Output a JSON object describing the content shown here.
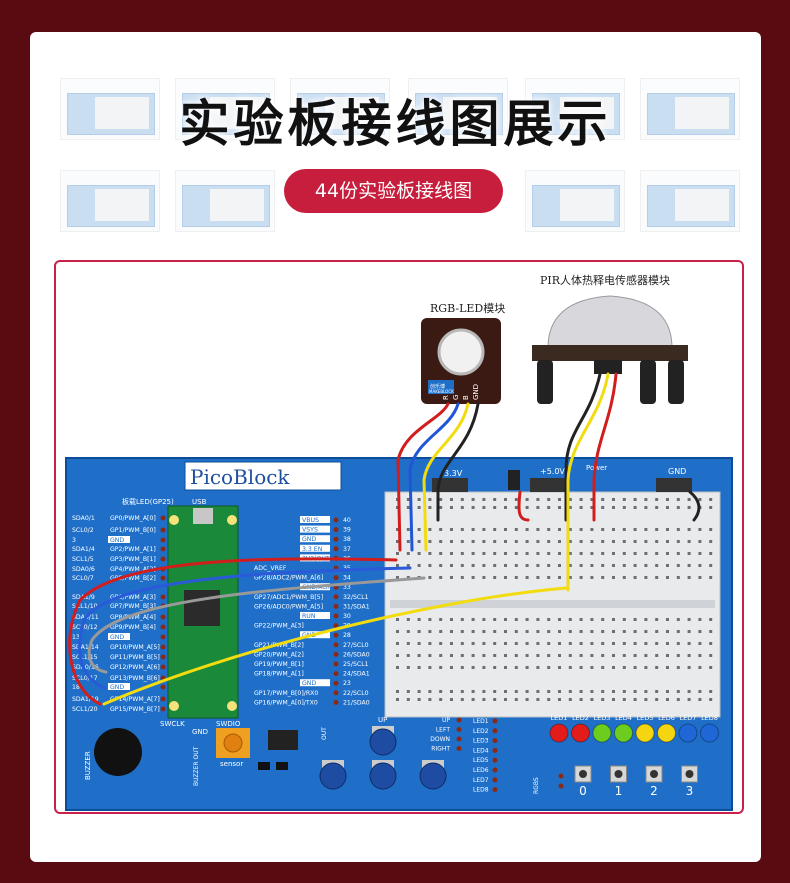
{
  "header": {
    "title": "实验板接线图展示",
    "subtitle": "44份实验板接线图"
  },
  "board": {
    "name": "PicoBlock",
    "usb_label": "USB",
    "led_label": "板载LED(GP25)",
    "swclk": "SWCLK",
    "swdio": "SWDIO",
    "gnd": "GND",
    "buzzer": "BUZZER",
    "buzzer_out": "BUZZER OUT",
    "sensor": "sensor",
    "out": "OUT",
    "rgbs": "RGBS",
    "power": "Power",
    "v33": "3.3V",
    "v50": "+5.0V",
    "gnd_rail": "GND"
  },
  "modules": {
    "rgb_label": "RGB-LED模块",
    "rgb_brand": "创乐博",
    "rgb_brand_en": "MAKEBLOCK",
    "rgb_pins": [
      "R",
      "G",
      "B",
      "GND"
    ],
    "pir_label": "PIR人体热释电传感器模块"
  },
  "left_pins": [
    {
      "num": "SDA0/1",
      "name": "GP0/PWM_A[0]"
    },
    {
      "num": "SCL0/2",
      "name": "GP1/PWM_B[0]"
    },
    {
      "num": "3",
      "name": "GND"
    },
    {
      "num": "SDA1/4",
      "name": "GP2/PWM_A[1]"
    },
    {
      "num": "SCL1/5",
      "name": "GP3/PWM_B[1]"
    },
    {
      "num": "SDA0/6",
      "name": "GP4/PWM_A[2]"
    },
    {
      "num": "SCL0/7",
      "name": "GP5/PWM_B[2]"
    }
  ],
  "left_pins_low": [
    {
      "num": "SDA1/9",
      "name": "GP6/PWM_A[3]"
    },
    {
      "num": "SCL1/10",
      "name": "GP7/PWM_B[3]"
    },
    {
      "num": "SDA0/11",
      "name": "GP8/PWM_A[4]"
    },
    {
      "num": "SCL0/12",
      "name": "GP9/PWM_B[4]"
    },
    {
      "num": "13",
      "name": "GND"
    },
    {
      "num": "SDA1/14",
      "name": "GP10/PWM_A[5]"
    },
    {
      "num": "SCL1/15",
      "name": "GP11/PWM_B[5]"
    },
    {
      "num": "SDA0/16",
      "name": "GP12/PWM_A[6]"
    },
    {
      "num": "SCL0/17",
      "name": "GP13/PWM_B[6]"
    },
    {
      "num": "18",
      "name": "GND"
    },
    {
      "num": "SDA1/19",
      "name": "GP14/PWM_A[7]"
    },
    {
      "num": "SCL1/20",
      "name": "GP15/PWM_B[7]"
    }
  ],
  "right_pins": [
    {
      "name": "VBUS",
      "num": "40"
    },
    {
      "name": "VSYS",
      "num": "39"
    },
    {
      "name": "GND",
      "num": "38"
    },
    {
      "name": "3.3 EN",
      "num": "37"
    },
    {
      "name": "3V3(OUT)",
      "num": "36"
    },
    {
      "name": "ADC_VREF",
      "num": "35"
    },
    {
      "name": "GP28/ADC2/PWM_A[6]",
      "num": "34"
    },
    {
      "name": "GND/AGND",
      "num": "33"
    },
    {
      "name": "GP27/ADC1/PWM_B[5]",
      "num": "32/SCL1"
    },
    {
      "name": "GP26/ADC0/PWM_A[5]",
      "num": "31/SDA1"
    },
    {
      "name": "RUN",
      "num": "30"
    },
    {
      "name": "GP22/PWM_A[3]",
      "num": "29"
    },
    {
      "name": "GND",
      "num": "28"
    },
    {
      "name": "GP21/PWM_B[2]",
      "num": "27/SCL0"
    },
    {
      "name": "GP20/PWM_A[2]",
      "num": "26/SDA0"
    },
    {
      "name": "GP19/PWM_B[1]",
      "num": "25/SCL1"
    },
    {
      "name": "GP18/PWM_A[1]",
      "num": "24/SDA1"
    },
    {
      "name": "GND",
      "num": "23"
    },
    {
      "name": "GP17/PWM_B[0]/RX0",
      "num": "22/SCL0"
    },
    {
      "name": "GP16/PWM_A[0]/TX0",
      "num": "21/SDA0"
    }
  ],
  "buttons": [
    "UP",
    "LEFT",
    "DOWN",
    "RIGHT"
  ],
  "leds": [
    "LED1",
    "LED2",
    "LED3",
    "LED4",
    "LED5",
    "LED6",
    "LED7",
    "LED8"
  ],
  "led_colors": [
    "#e21b1b",
    "#e21b1b",
    "#6ccd1f",
    "#6ccd1f",
    "#f5d410",
    "#f5d410",
    "#1f67d6",
    "#1f67d6"
  ],
  "keys": [
    "0",
    "1",
    "2",
    "3"
  ],
  "colors": {
    "board_blue": "#1f6fc9",
    "accent_red": "#c61e3c",
    "background": "#5a0b12"
  }
}
